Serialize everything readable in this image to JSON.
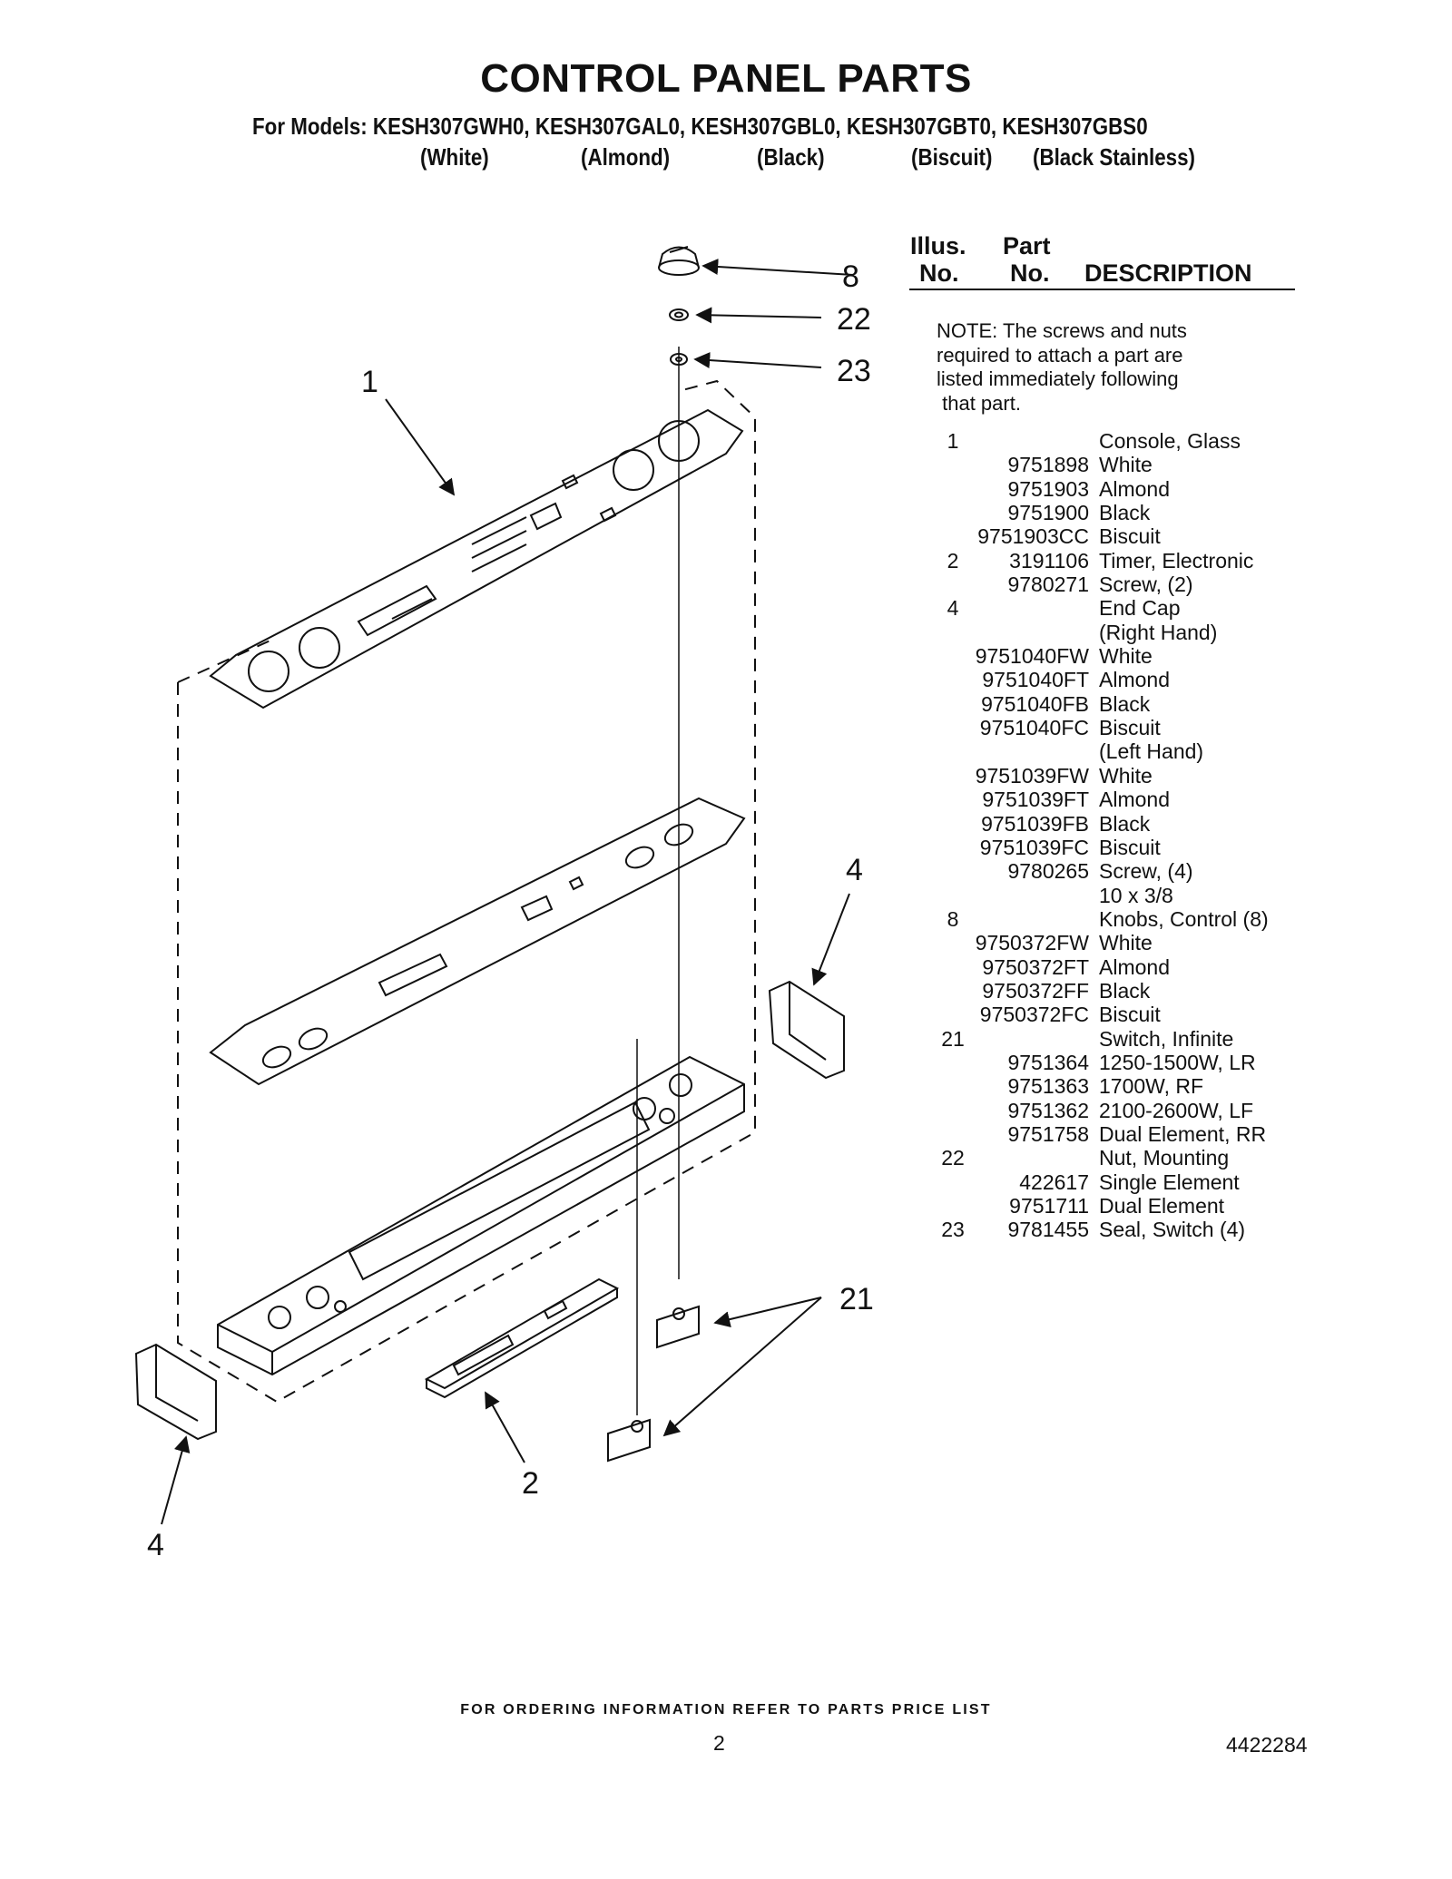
{
  "header": {
    "title": "CONTROL PANEL PARTS",
    "models_line": "For Models: KESH307GWH0, KESH307GAL0, KESH307GBL0, KESH307GBT0, KESH307GBS0",
    "colors": [
      "(White)",
      "(Almond)",
      "(Black)",
      "(Biscuit)",
      "(Black Stainless)"
    ]
  },
  "table_header": {
    "illus_line1": "Illus.",
    "illus_line2": "No.",
    "part_line1": "Part",
    "part_line2": "No.",
    "description": "DESCRIPTION"
  },
  "note": "NOTE: The screws and nuts\nrequired to attach a part are\nlisted immediately following\n that part.",
  "parts": [
    {
      "illus": "1",
      "part": "",
      "desc": "Console, Glass"
    },
    {
      "illus": "",
      "part": "9751898",
      "desc": "White"
    },
    {
      "illus": "",
      "part": "9751903",
      "desc": "Almond"
    },
    {
      "illus": "",
      "part": "9751900",
      "desc": "Black"
    },
    {
      "illus": "",
      "part": "9751903CC",
      "desc": "Biscuit"
    },
    {
      "illus": "2",
      "part": "3191106",
      "desc": "Timer, Electronic"
    },
    {
      "illus": "",
      "part": "9780271",
      "desc": "Screw, (2)"
    },
    {
      "illus": "4",
      "part": "",
      "desc": "End Cap"
    },
    {
      "illus": "",
      "part": "",
      "desc": "(Right Hand)"
    },
    {
      "illus": "",
      "part": "9751040FW",
      "desc": "White"
    },
    {
      "illus": "",
      "part": "9751040FT",
      "desc": "Almond"
    },
    {
      "illus": "",
      "part": "9751040FB",
      "desc": "Black"
    },
    {
      "illus": "",
      "part": "9751040FC",
      "desc": "Biscuit"
    },
    {
      "illus": "",
      "part": "",
      "desc": "(Left Hand)"
    },
    {
      "illus": "",
      "part": "9751039FW",
      "desc": "White"
    },
    {
      "illus": "",
      "part": "9751039FT",
      "desc": "Almond"
    },
    {
      "illus": "",
      "part": "9751039FB",
      "desc": "Black"
    },
    {
      "illus": "",
      "part": "9751039FC",
      "desc": "Biscuit"
    },
    {
      "illus": "",
      "part": "9780265",
      "desc": "Screw, (4)"
    },
    {
      "illus": "",
      "part": "",
      "desc": "10 x 3/8"
    },
    {
      "illus": "8",
      "part": "",
      "desc": "Knobs, Control (8)"
    },
    {
      "illus": "",
      "part": "9750372FW",
      "desc": "White"
    },
    {
      "illus": "",
      "part": "9750372FT",
      "desc": "Almond"
    },
    {
      "illus": "",
      "part": "9750372FF",
      "desc": "Black"
    },
    {
      "illus": "",
      "part": "9750372FC",
      "desc": "Biscuit"
    },
    {
      "illus": "21",
      "part": "",
      "desc": "Switch, Infinite"
    },
    {
      "illus": "",
      "part": "9751364",
      "desc": "1250-1500W, LR"
    },
    {
      "illus": "",
      "part": "9751363",
      "desc": "1700W, RF"
    },
    {
      "illus": "",
      "part": "9751362",
      "desc": "2100-2600W, LF"
    },
    {
      "illus": "",
      "part": "9751758",
      "desc": "Dual Element, RR"
    },
    {
      "illus": "22",
      "part": "",
      "desc": "Nut, Mounting"
    },
    {
      "illus": "",
      "part": "422617",
      "desc": "Single Element"
    },
    {
      "illus": "",
      "part": "9751711",
      "desc": "Dual Element"
    },
    {
      "illus": "23",
      "part": "9781455",
      "desc": "Seal, Switch (4)"
    }
  ],
  "callouts": {
    "c8": "8",
    "c22": "22",
    "c23": "23",
    "c1": "1",
    "c4_right": "4",
    "c21": "21",
    "c2": "2",
    "c4_left": "4"
  },
  "footer": {
    "ordering": "FOR ORDERING INFORMATION REFER TO PARTS PRICE LIST",
    "page_number": "2",
    "document_number": "4422284"
  }
}
